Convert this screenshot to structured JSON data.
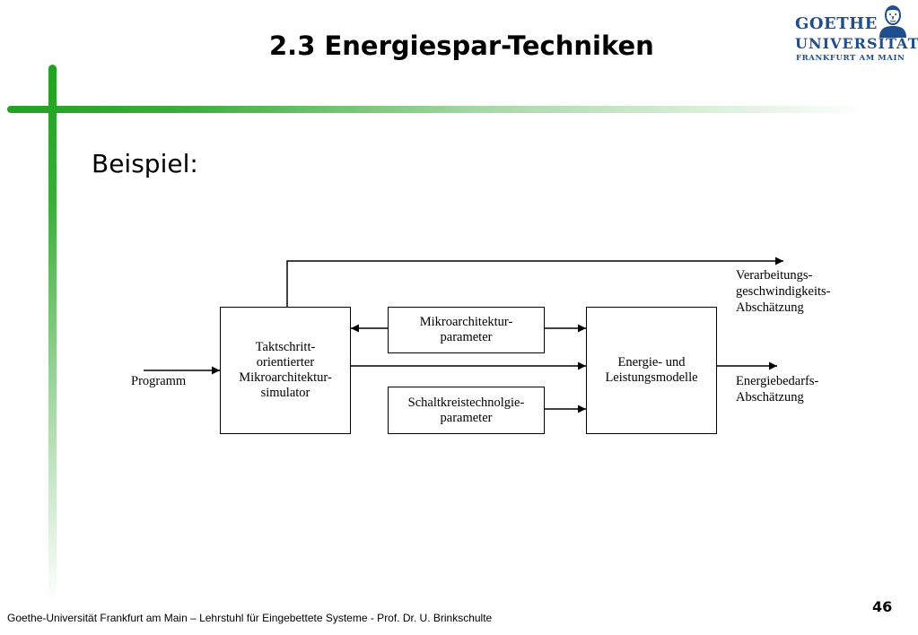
{
  "header": {
    "title": "2.3 Energiespar-Techniken"
  },
  "logo": {
    "line1": "GOETHE",
    "line2": "UNIVERSITÄT",
    "line3": "FRANKFURT AM MAIN",
    "icon": "goethe-portrait-icon"
  },
  "content": {
    "subtitle": "Beispiel:"
  },
  "diagram": {
    "input_label": "Programm",
    "simulator_box": "Taktschritt-\norientierter\nMikroarchitektur-\nsimulator",
    "micro_params_box": "Mikroarchitektur-\nparameter",
    "circuit_params_box": "Schaltkreistechnolgie-\nparameter",
    "energy_box": "Energie- und\nLeistungsmodelle",
    "speed_output": "Verarbeitungs-\ngeschwindigkeits-\nAbschätzung",
    "energy_output": "Energiebedarfs-\nAbschätzung"
  },
  "footer": {
    "text": "Goethe-Universität Frankfurt am Main – Lehrstuhl für Eingebettete Systeme - Prof. Dr. U. Brinkschulte",
    "page_number": "46"
  },
  "colors": {
    "accent_green": "#21a121",
    "logo_blue": "#1f4e8c"
  }
}
